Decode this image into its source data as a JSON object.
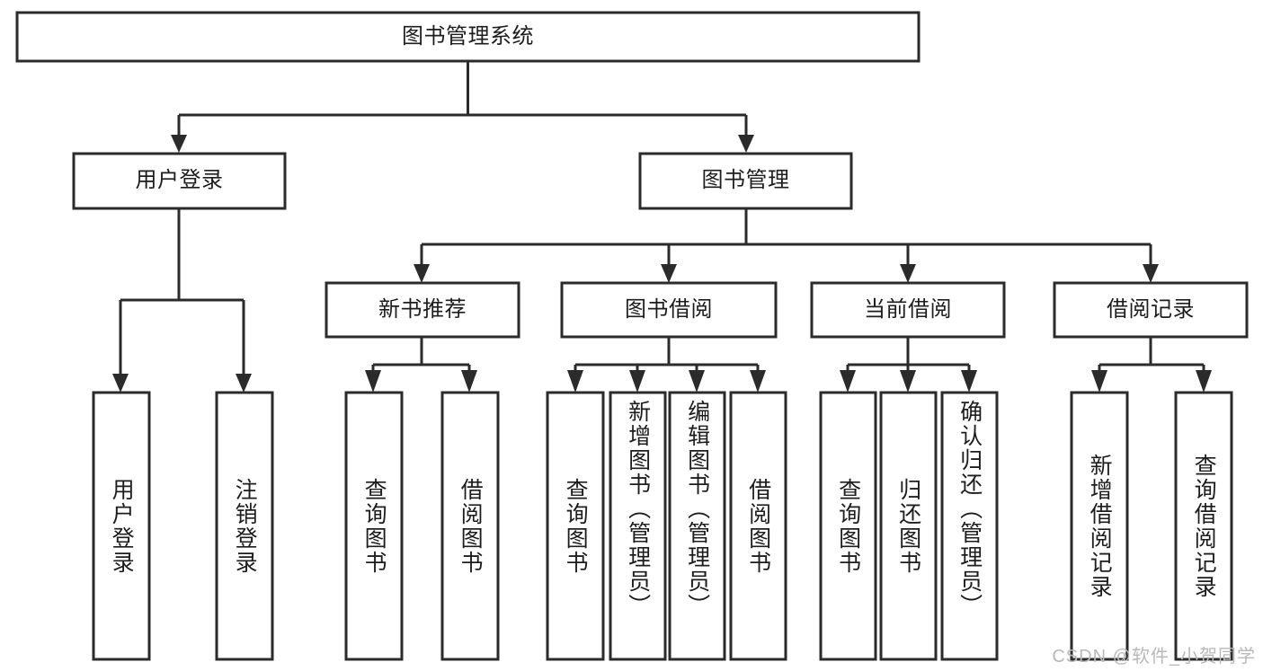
{
  "diagram": {
    "type": "tree",
    "title_node": {
      "label": "图书管理系统"
    },
    "level2": [
      {
        "label": "用户登录"
      },
      {
        "label": "图书管理"
      }
    ],
    "level3": [
      {
        "label": "新书推荐"
      },
      {
        "label": "图书借阅"
      },
      {
        "label": "当前借阅"
      },
      {
        "label": "借阅记录"
      }
    ],
    "leaves": [
      {
        "label": "用户登录"
      },
      {
        "label": "注销登录"
      },
      {
        "label": "查询图书"
      },
      {
        "label": "借阅图书"
      },
      {
        "label": "查询图书"
      },
      {
        "label": "新增图书（管理员）"
      },
      {
        "label": "编辑图书（管理员）"
      },
      {
        "label": "借阅图书"
      },
      {
        "label": "查询图书"
      },
      {
        "label": "归还图书"
      },
      {
        "label": "确认归还（管理员）"
      },
      {
        "label": "新增借阅记录"
      },
      {
        "label": "查询借阅记录"
      }
    ],
    "watermark": "CSDN @软件_小贺同学",
    "colors": {
      "stroke": "#2b2b2b",
      "fill": "#ffffff",
      "text": "#1d1d1d",
      "watermark": "#b9b9b9"
    }
  }
}
